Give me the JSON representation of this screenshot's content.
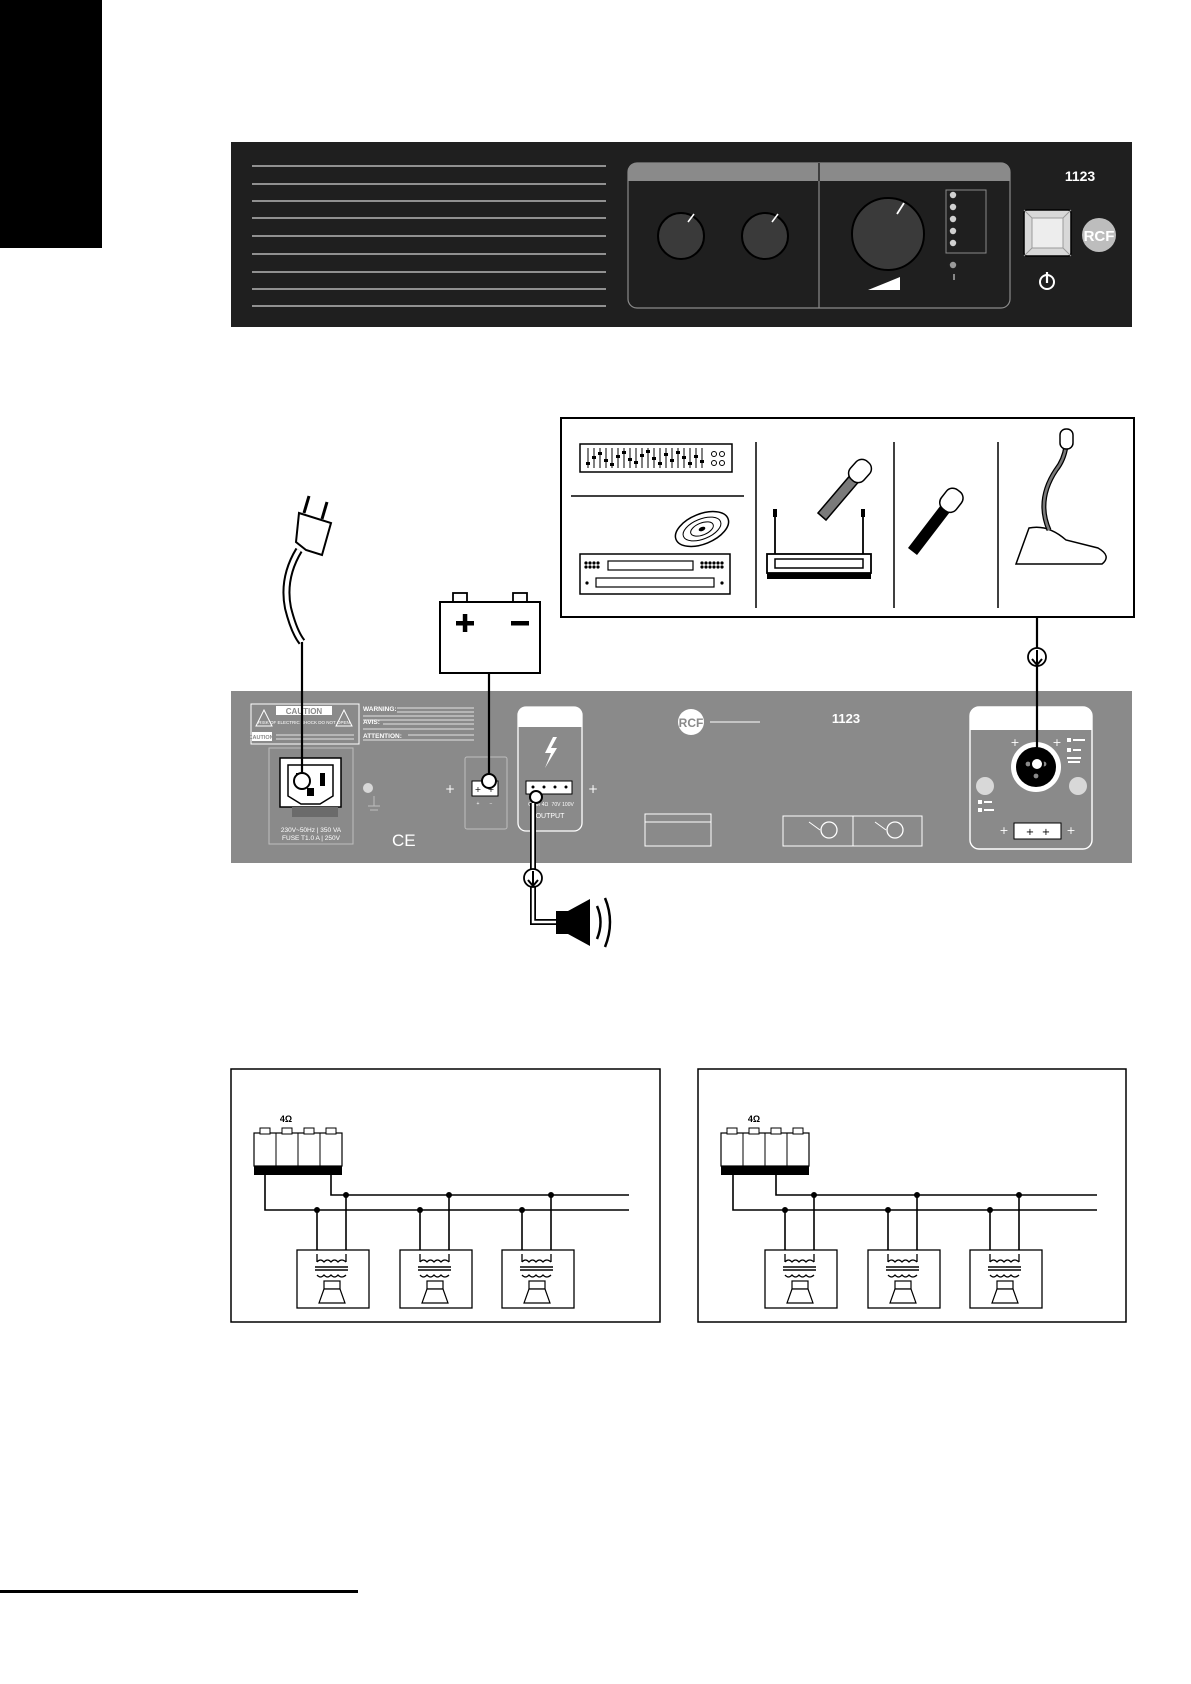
{
  "front_panel": {
    "model": "1123",
    "brand": "RCF"
  },
  "rear_panel": {
    "model": "1123",
    "brand": "RCF",
    "caution_title": "CAUTION",
    "caution_text": "RISK OF ELECTRIC SHOCK DO NOT OPEN",
    "warning_label": "WARNING:",
    "caution_label": "CAUTION:",
    "avis_label": "AVIS:",
    "attention_label": "ATTENTION:",
    "power_rating": "230V~50Hz | 350 VA",
    "fuse_rating": "FUSE T1.0 A | 250V",
    "ce_mark": "CE",
    "output_label": "OUTPUT",
    "output_taps": [
      "COM",
      "4Ω",
      "70V",
      "100V"
    ],
    "battery_terminals": [
      "+",
      "−"
    ]
  },
  "wiring": {
    "left_impedance": "4Ω",
    "right_impedance": "4Ω"
  },
  "colors": {
    "panel_dark": "#1f1f1f",
    "panel_grey": "#8a8a8a",
    "line": "#000000"
  }
}
